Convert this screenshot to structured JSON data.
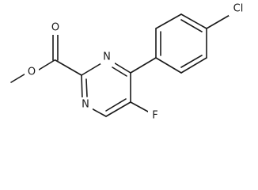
{
  "molecule": {
    "atoms": {
      "n1": "N",
      "n3": "N",
      "f": "F",
      "cl": "Cl",
      "o_carbonyl": "O",
      "o_ester": "O"
    }
  }
}
